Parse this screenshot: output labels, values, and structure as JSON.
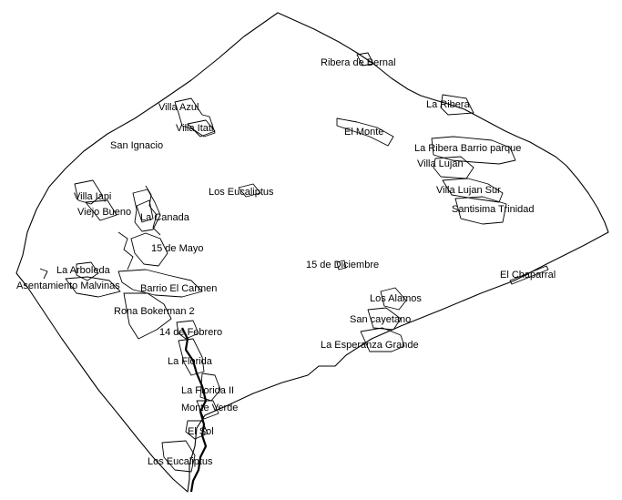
{
  "map": {
    "neighborhoods": [
      {
        "id": "ribera-de-bernal",
        "name": "Ribera de Bernal"
      },
      {
        "id": "la-ribera",
        "name": "La Ribera"
      },
      {
        "id": "villa-azul",
        "name": "Villa Azul"
      },
      {
        "id": "villa-itati",
        "name": "Villa Itati"
      },
      {
        "id": "el-monte",
        "name": "El Monte"
      },
      {
        "id": "san-ignacio",
        "name": "San Ignacio"
      },
      {
        "id": "la-ribera-barrio-parque",
        "name": "La Ribera Barrio parque"
      },
      {
        "id": "villa-lujan",
        "name": "Villa Lujan"
      },
      {
        "id": "los-eucaliptus-north",
        "name": "Los Eucaliptus"
      },
      {
        "id": "villa-lujan-sur",
        "name": "Villa Lujan Sur"
      },
      {
        "id": "villa-iapi",
        "name": "Villa Iapi"
      },
      {
        "id": "santisima-trinidad",
        "name": "Santisima Trinidad"
      },
      {
        "id": "viejo-bueno",
        "name": "Viejo Bueno"
      },
      {
        "id": "la-canada",
        "name": "La Canada"
      },
      {
        "id": "15-de-mayo",
        "name": "15 de Mayo"
      },
      {
        "id": "15-de-diciembre",
        "name": "15 de Diciembre"
      },
      {
        "id": "la-arboleda",
        "name": "La Arboleda"
      },
      {
        "id": "el-chaparral",
        "name": "El Chaparral"
      },
      {
        "id": "asentamiento-malvinas",
        "name": "Asentamiento Malvinas"
      },
      {
        "id": "barrio-el-carmen",
        "name": "Barrio El Carmen"
      },
      {
        "id": "los-alamos",
        "name": "Los Alamos"
      },
      {
        "id": "rona-bokerman-2",
        "name": "Rona Bokerman 2"
      },
      {
        "id": "san-cayetano",
        "name": "San cayetano"
      },
      {
        "id": "14-de-febrero",
        "name": "14 de Febrero"
      },
      {
        "id": "la-esperanza-grande",
        "name": "La Esperanza Grande"
      },
      {
        "id": "la-florida",
        "name": "La Florida"
      },
      {
        "id": "la-florida-ii",
        "name": "La Florida II"
      },
      {
        "id": "monte-verde",
        "name": "Monte Verde"
      },
      {
        "id": "el-sol",
        "name": "El Sol"
      },
      {
        "id": "los-eucaliptus-south",
        "name": "Los Eucaliptus"
      }
    ]
  }
}
